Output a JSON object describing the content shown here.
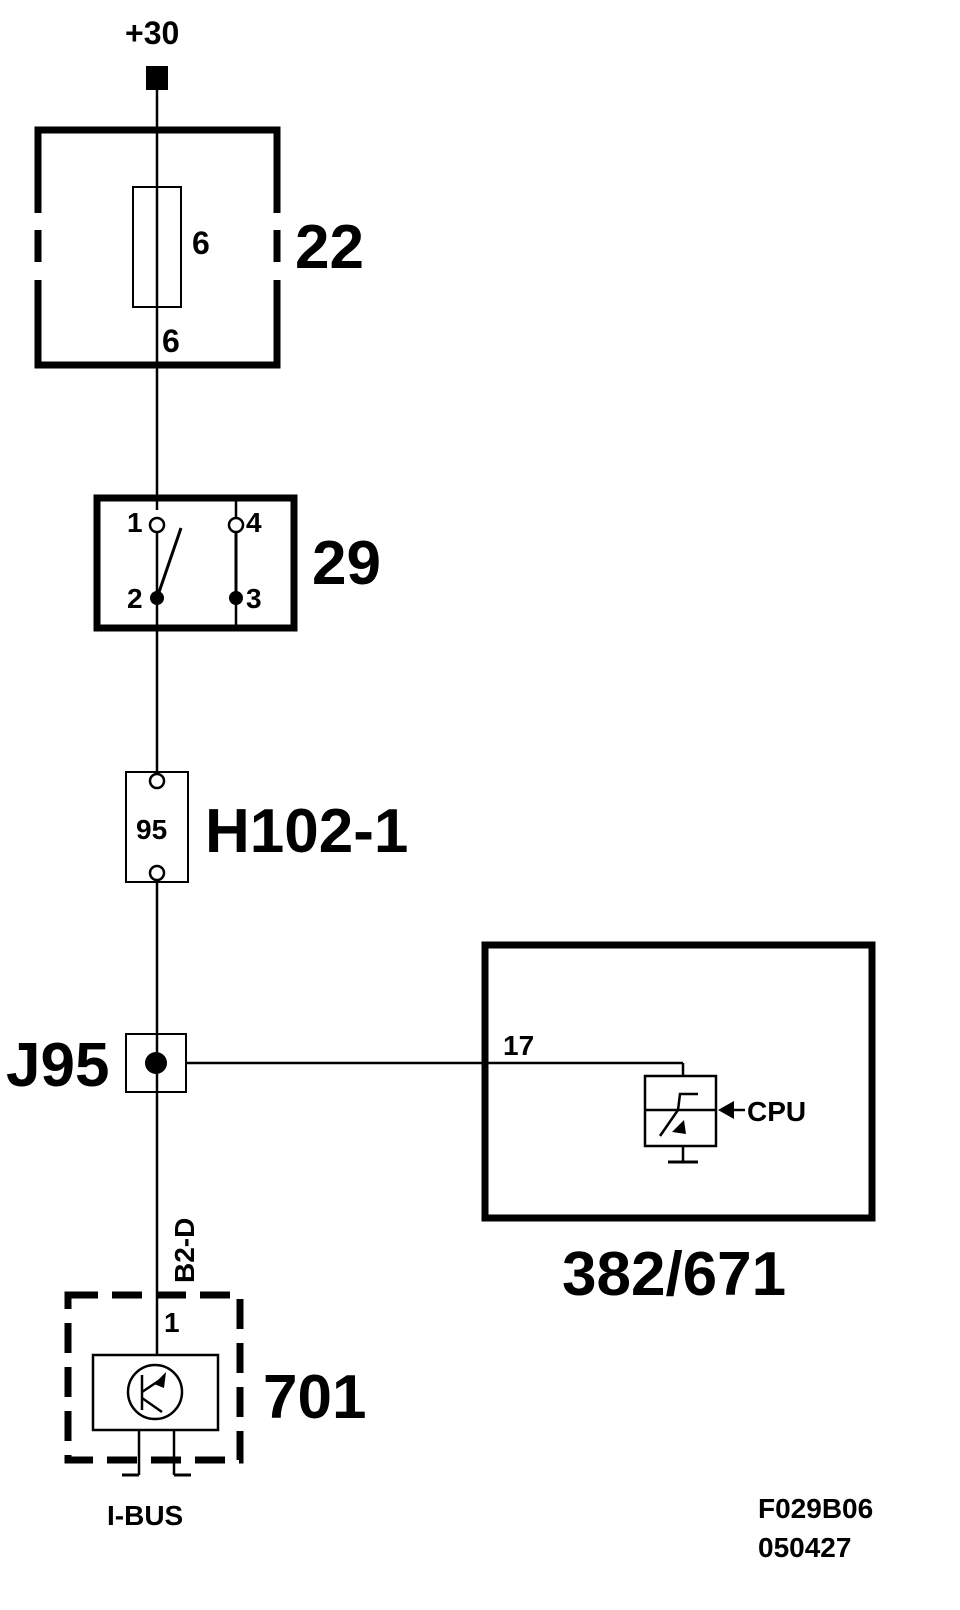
{
  "supply": {
    "label": "+30"
  },
  "fuse_box": {
    "id": "22",
    "fuse_number": "6",
    "pin": "6"
  },
  "switch": {
    "id": "29",
    "pins": [
      "1",
      "2",
      "3",
      "4"
    ]
  },
  "connector": {
    "id": "H102-1",
    "pin": "95"
  },
  "junction": {
    "id": "J95"
  },
  "control_module": {
    "id": "382/671",
    "pin": "17",
    "signal_label": "CPU"
  },
  "wire": {
    "label": "B2-D"
  },
  "component": {
    "id": "701",
    "pin": "1",
    "bus_label": "I-BUS"
  },
  "footer": {
    "code": "F029B06",
    "date": "050427"
  },
  "colors": {
    "line": "#000000",
    "background": "#ffffff"
  }
}
